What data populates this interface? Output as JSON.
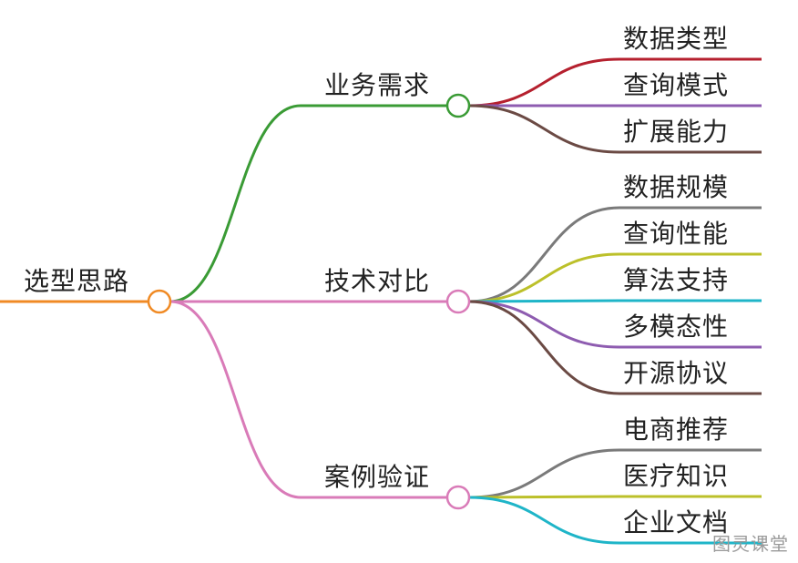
{
  "root": {
    "label": "选型思路",
    "color": "#f08a24"
  },
  "branches": [
    {
      "label": "业务需求",
      "color": "#3a9b35",
      "children": [
        {
          "label": "数据类型",
          "color": "#b5202e"
        },
        {
          "label": "查询模式",
          "color": "#8e5cb0"
        },
        {
          "label": "扩展能力",
          "color": "#6b4a44"
        }
      ]
    },
    {
      "label": "技术对比",
      "color": "#d97bb8",
      "children": [
        {
          "label": "数据规模",
          "color": "#7a7a7a"
        },
        {
          "label": "查询性能",
          "color": "#bcc02a"
        },
        {
          "label": "算法支持",
          "color": "#1fb5c8"
        },
        {
          "label": "多模态性",
          "color": "#8e5cb0"
        },
        {
          "label": "开源协议",
          "color": "#6b4a44"
        }
      ]
    },
    {
      "label": "案例验证",
      "color": "#d97bb8",
      "children": [
        {
          "label": "电商推荐",
          "color": "#7a7a7a"
        },
        {
          "label": "医疗知识",
          "color": "#bcc02a"
        },
        {
          "label": "企业文档",
          "color": "#1fb5c8"
        }
      ]
    }
  ],
  "watermark": "图灵课堂"
}
